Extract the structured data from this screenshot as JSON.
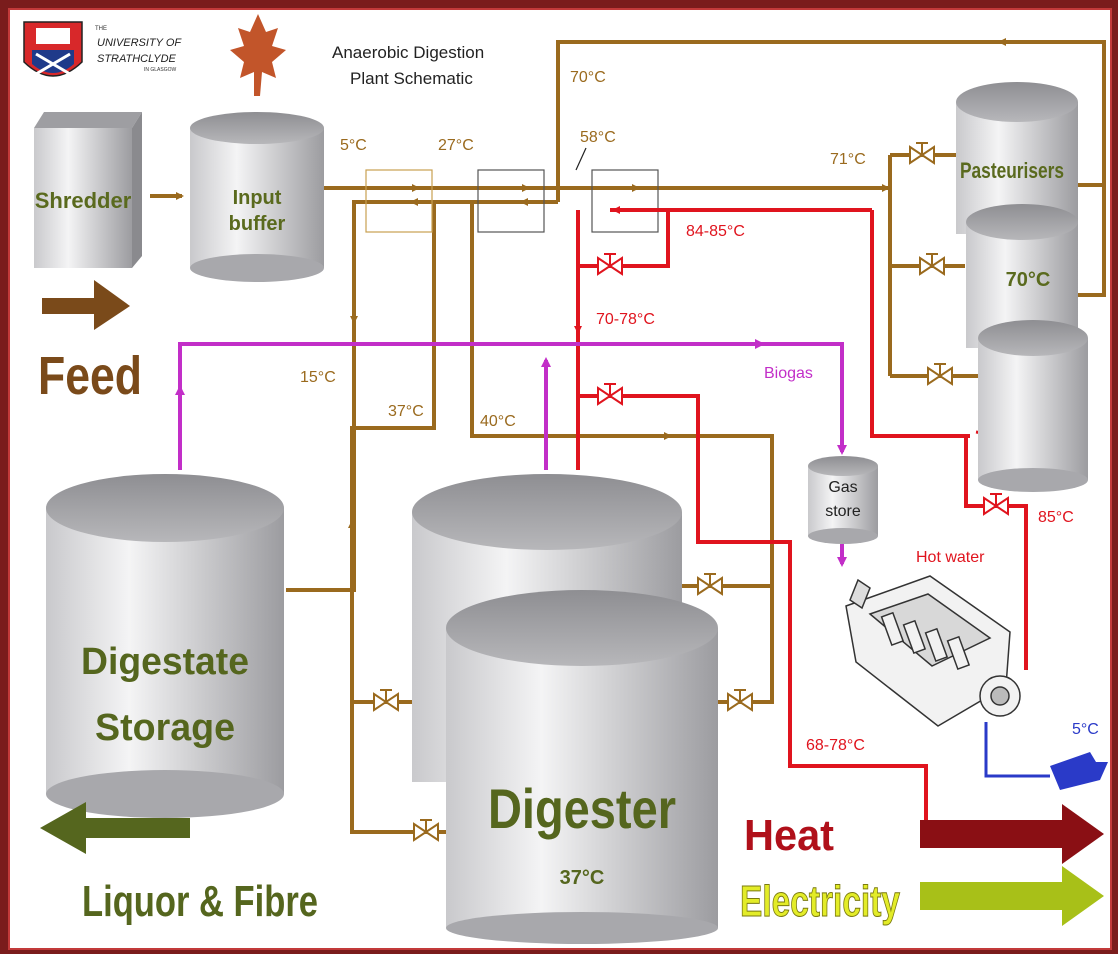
{
  "header": {
    "university_line1": "THE",
    "university_line2": "UNIVERSITY OF",
    "university_line3": "STRATHCLYDE",
    "university_line4": "IN GLASGOW",
    "title_line1": "Anaerobic Digestion",
    "title_line2": "Plant Schematic"
  },
  "components": {
    "shredder": "Shredder",
    "input_buffer_line1": "Input",
    "input_buffer_line2": "buffer",
    "pasteurisers": "Pasteurisers",
    "pasteuriser_temp": "70°C",
    "gas_store_line1": "Gas",
    "gas_store_line2": "store",
    "digestate_line1": "Digestate",
    "digestate_line2": "Storage",
    "digester": "Digester",
    "digester_temp": "37°C"
  },
  "temperatures": {
    "t5": "5°C",
    "t27": "27°C",
    "t58": "58°C",
    "t70top": "70°C",
    "t71": "71°C",
    "t84": "84-85°C",
    "t7078": "70-78°C",
    "t15": "15°C",
    "t37": "37°C",
    "t40": "40°C",
    "t85": "85°C",
    "t6878": "68-78°C",
    "t5water": "5°C"
  },
  "flow_labels": {
    "biogas": "Biogas",
    "hot_water": "Hot water"
  },
  "legend": {
    "feed": "Feed",
    "liquor": "Liquor & Fibre",
    "heat": "Heat",
    "electricity": "Electricity"
  },
  "colors": {
    "pipe_brown": "#9a6a1e",
    "pipe_red": "#e0141e",
    "pipe_magenta": "#c22ec8",
    "pipe_blue": "#2a3ac8",
    "feed_text": "#7a4a1a",
    "digestate_text": "#55661e",
    "heat_text": "#b0101a",
    "electricity_text": "#e3ec28"
  }
}
